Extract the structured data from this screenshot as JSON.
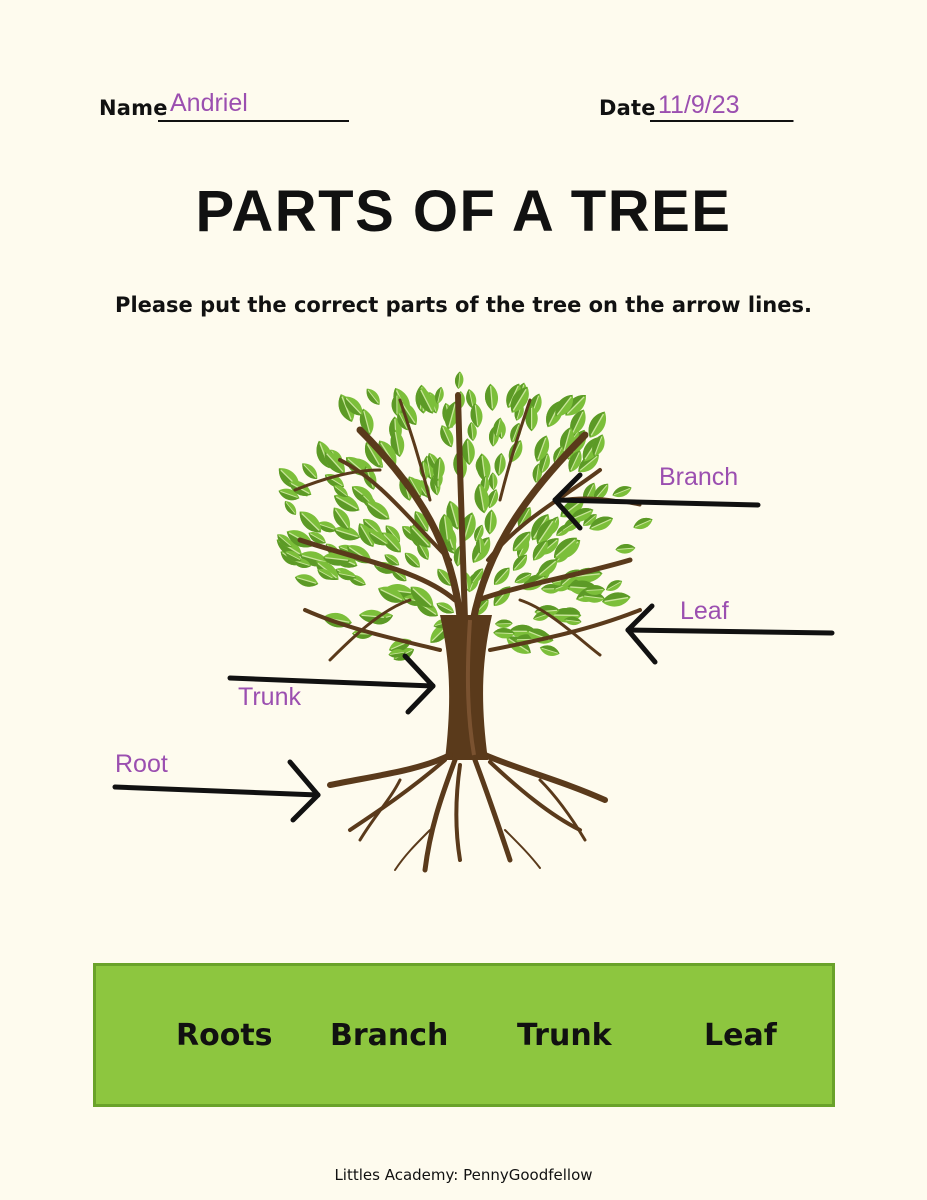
{
  "header": {
    "name_label": "Name",
    "name_line": "____________________",
    "name_value": "Andriel",
    "date_label": "Date",
    "date_line": "_______________",
    "date_value": "11/9/23"
  },
  "title": "PARTS OF A TREE",
  "instruction": "Please put the correct parts of the tree on the arrow lines.",
  "answers": {
    "branch": "Branch",
    "leaf": "Leaf",
    "trunk": "Trunk",
    "root": "Root"
  },
  "word_bank": [
    "Roots",
    "Branch",
    "Trunk",
    "Leaf"
  ],
  "credit": "Littles Academy: PennyGoodfellow",
  "colors": {
    "background": "#fefbee",
    "handwriting": "#9b4fb0",
    "word_bank_fill": "#8dc63f",
    "word_bank_border": "#6aa22a",
    "leaf": "#7cbf3a",
    "bark": "#5a3a1b"
  }
}
